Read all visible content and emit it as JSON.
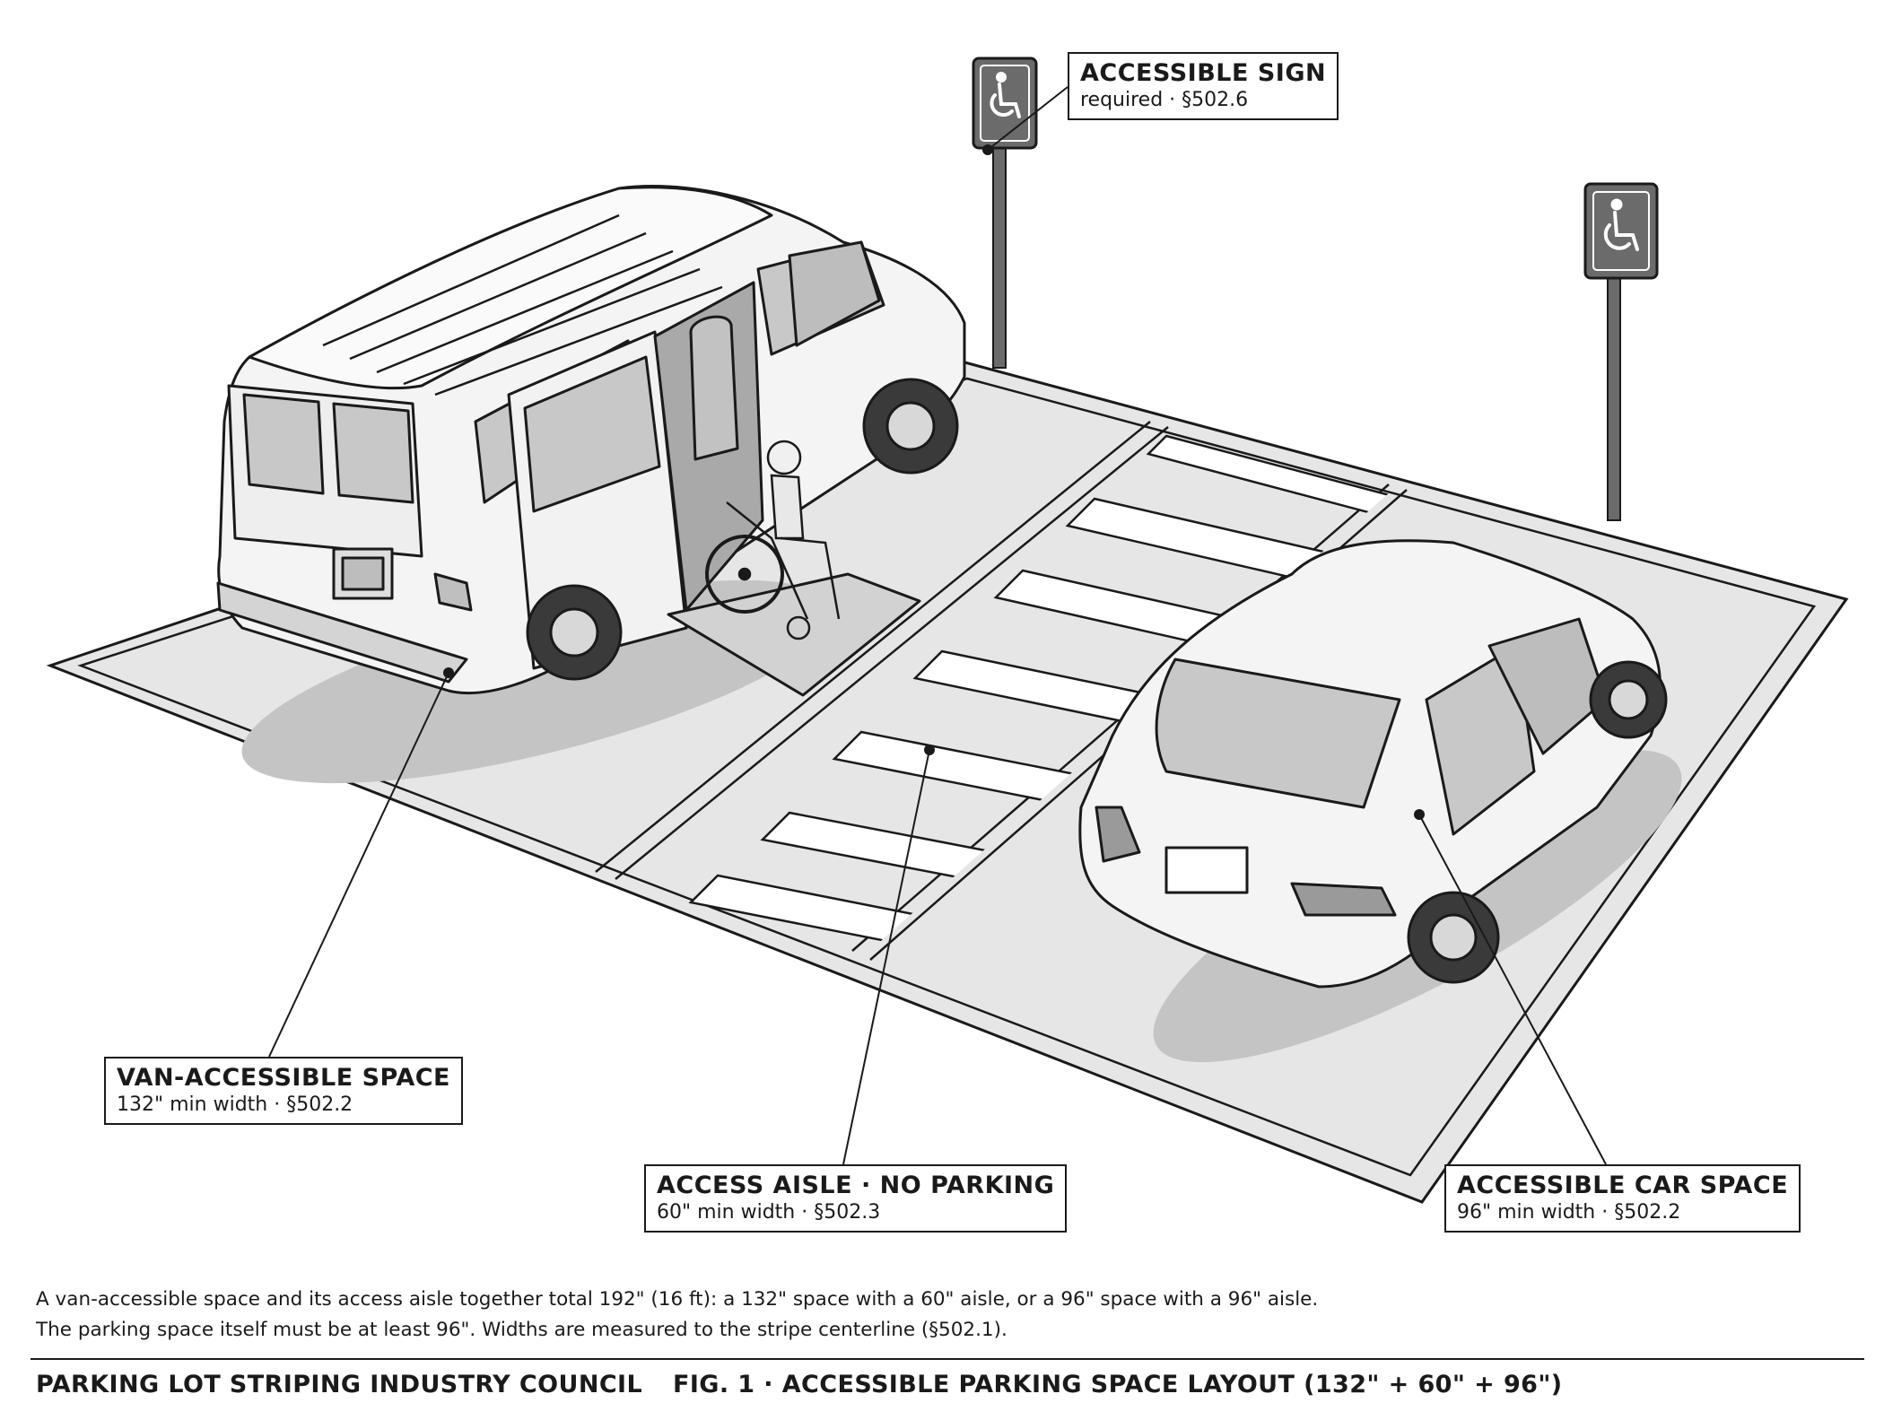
{
  "callouts": {
    "accessible_sign": {
      "title": "ACCESSIBLE SIGN",
      "sub": "required  ·  §502.6"
    },
    "van_space": {
      "title": "VAN-ACCESSIBLE SPACE",
      "sub": "132\" min width  ·  §502.2"
    },
    "access_aisle": {
      "title": "ACCESS AISLE  ·  NO PARKING",
      "sub": "60\" min width  ·  §502.3"
    },
    "car_space": {
      "title": "ACCESSIBLE CAR SPACE",
      "sub": "96\" min width  ·  §502.2"
    }
  },
  "caption": {
    "line1": "A van-accessible space and its access aisle together total 192\" (16 ft): a 132\" space with a 60\" aisle, or a 96\" space with a 96\" aisle.",
    "line2": "The parking space itself must be at least 96\". Widths are measured to the stripe centerline (§502.1)."
  },
  "footer": {
    "organization": "PARKING LOT STRIPING INDUSTRY COUNCIL",
    "figure": "FIG. 1  ·  ACCESSIBLE PARKING SPACE LAYOUT  (132\" + 60\" + 96\")"
  },
  "signs": {
    "symbol": "wheelchair-symbol"
  },
  "colors": {
    "ink": "#1a1a1a",
    "pavement": "#e6e6e6",
    "shadow": "#c4c4c4",
    "sign": "#6b6b6b",
    "vehicle": "#f4f4f4"
  }
}
